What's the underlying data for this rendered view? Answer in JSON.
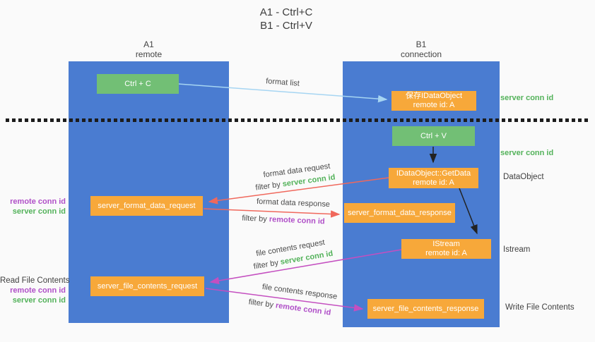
{
  "title": {
    "line1": "A1 - Ctrl+C",
    "line2": "B1 - Ctrl+V"
  },
  "columns": {
    "a1": {
      "name": "A1",
      "subtitle": "remote"
    },
    "b1": {
      "name": "B1",
      "subtitle": "connection"
    }
  },
  "nodes": {
    "ctrl_c": {
      "label": "Ctrl + C"
    },
    "save_idataobject": {
      "line1": "保存IDataObject",
      "line2": "remote id: A"
    },
    "ctrl_v": {
      "label": "Ctrl + V"
    },
    "getdata": {
      "line1": "IDataObject::GetData",
      "line2": "remote id: A"
    },
    "format_request": {
      "label": "server_format_data_request"
    },
    "format_response": {
      "label": "server_format_data_response"
    },
    "istream": {
      "line1": "IStream",
      "line2": "remote id: A"
    },
    "file_request": {
      "label": "server_file_contents_request"
    },
    "file_response": {
      "label": "server_file_contents_response"
    }
  },
  "flows": {
    "format_list": {
      "label": "format list"
    },
    "format_data_request": {
      "label": "format data request",
      "filter_prefix": "filter by",
      "filter_key": "server conn id"
    },
    "format_data_response": {
      "label": "format data response",
      "filter_prefix": "filter by",
      "filter_key": "remote conn id"
    },
    "file_contents_request": {
      "label": "file contents request",
      "filter_prefix": "filter by",
      "filter_key": "server conn id"
    },
    "file_contents_response": {
      "label": "file contents response",
      "filter_prefix": "filter by",
      "filter_key": "remote conn id"
    }
  },
  "side_labels": {
    "server_conn_top": "server conn id",
    "server_conn_mid": "server conn id",
    "dataobject": "DataObject",
    "istream": "Istream",
    "write_file_contents": "Write File Contents",
    "read_file_contents": "Read File Contents",
    "format_remote_conn": "remote conn id",
    "format_server_conn": "server conn id",
    "file_remote_conn": "remote conn id",
    "file_server_conn": "server conn id"
  },
  "colors": {
    "lifeline_blue": "#4a7cd1",
    "action_green": "#72bf75",
    "message_orange": "#f7a83a",
    "arrow_lightblue": "#a6d5f2",
    "arrow_red": "#f0685c",
    "arrow_magenta": "#c44fc0",
    "arrow_black": "#222222",
    "label_green": "#53b25a",
    "label_purple": "#b050c8"
  }
}
